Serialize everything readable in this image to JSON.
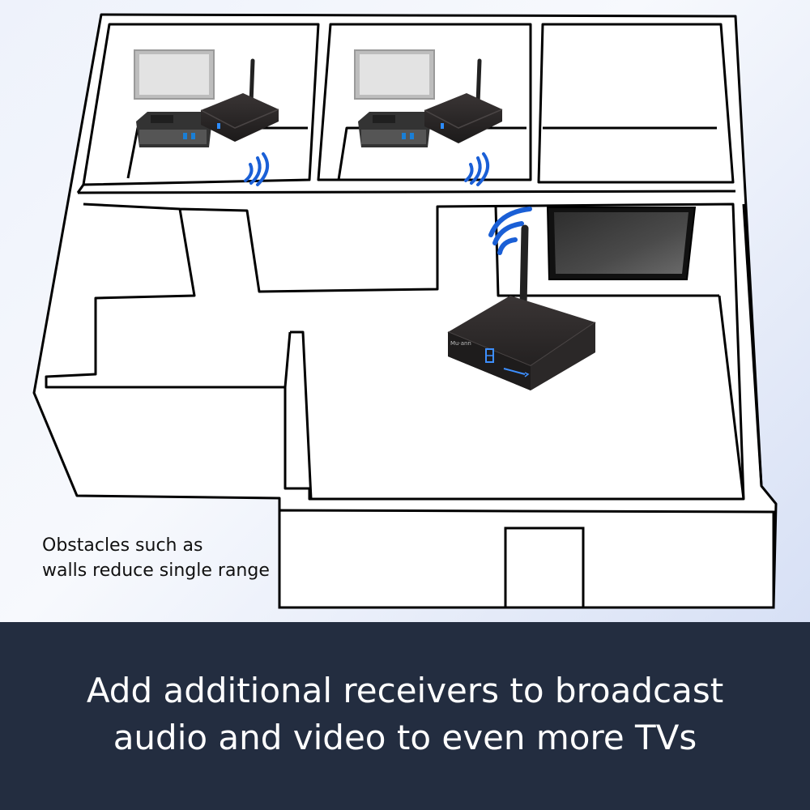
{
  "note": {
    "line1": "Obstacles such as",
    "line2": "walls reduce single range"
  },
  "banner": {
    "line1": "Add additional receivers to broadcast",
    "line2": "audio and video to even more TVs"
  },
  "colors": {
    "background": "#eef2fb",
    "banner": "#232d40",
    "banner_text": "#ffffff",
    "signal": "#1a5fd6",
    "device": "#2a2727"
  },
  "icons": [
    "tv-screen",
    "receiver-box",
    "transmitter-box",
    "wifi-signal",
    "set-top-box"
  ]
}
